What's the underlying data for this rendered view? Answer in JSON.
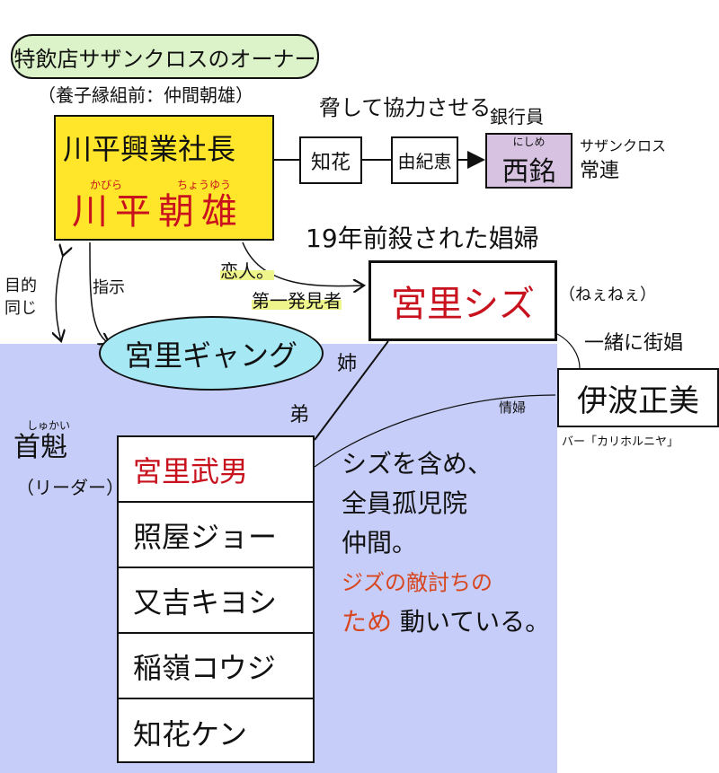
{
  "owner_bubble": "特飲店サザンクロスのオーナー",
  "former_name": "（養子縁組前：仲間朝雄）",
  "kabira": {
    "title": "川平興業社長",
    "name": "川平朝雄",
    "ruby_family": "かびら",
    "ruby_given": "ちょうゆう"
  },
  "threat_label": "脅して協力させる",
  "chain": {
    "chibana": "知花",
    "yukie": "由紀恵",
    "nishime": "西銘",
    "nishime_ruby": "にしめ",
    "nishime_role": "銀行員",
    "nishime_note_1": "サザンクロス",
    "nishime_note_2": "常連"
  },
  "shizu": {
    "caption": "19年前殺された娼婦",
    "name": "宮里シズ",
    "nickname": "（ねぇねぇ）"
  },
  "lover_label": "恋人。",
  "discoverer_label": "第一発見者",
  "same_goal_label_1": "目的",
  "same_goal_label_2": "同じ",
  "instruct_label": "指示",
  "gang_name": "宮里ギャング",
  "sister_label": "姉",
  "brother_label": "弟",
  "leader": {
    "label": "首魁",
    "ruby": "しゅかい",
    "sub": "（リーダー）"
  },
  "iha": {
    "relation": "一緒に街娼",
    "name": "伊波正美",
    "bar": "バー「カリホルニヤ」",
    "mistress_label": "情婦"
  },
  "members": [
    "宮里武男",
    "照屋ジョー",
    "又吉キヨシ",
    "稲嶺コウジ",
    "知花ケン"
  ],
  "note": {
    "line1": "シズを含め、",
    "line2": "全員孤児院",
    "line3": "仲間。",
    "line4": "ジズの敵討ちの",
    "line5_red": "ため",
    "line5_black": "動いている。"
  },
  "colors": {
    "gang_area": "#c6cdf8",
    "yellow": "#ffe62a",
    "purple": "#d7c2e2",
    "red": "#c8121e",
    "orange": "#d8461f",
    "cyan": "#a6e9f5",
    "green": "#dcf2c8"
  }
}
